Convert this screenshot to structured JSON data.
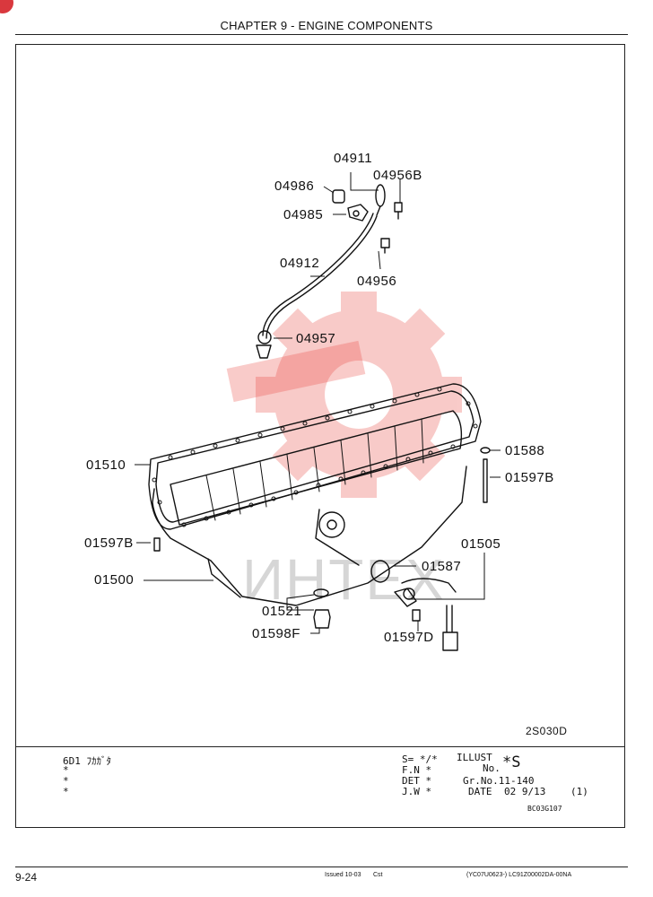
{
  "header": {
    "chapter_title": "CHAPTER 9 - ENGINE COMPONENTS"
  },
  "diagram": {
    "part_labels": {
      "p04911": "04911",
      "p04986": "04986",
      "p04956B": "04956B",
      "p04985": "04985",
      "p04912": "04912",
      "p04956": "04956",
      "p04957": "04957",
      "p01510": "01510",
      "p01588": "01588",
      "p01597B_right": "01597B",
      "p01597B_left": "01597B",
      "p01505": "01505",
      "p01500": "01500",
      "p01587": "01587",
      "p01521": "01521",
      "p01598F": "01598F",
      "p01597D": "01597D"
    },
    "illustration_code": "2S030D",
    "watermark_text": "ИНТЕХ"
  },
  "title_block": {
    "left_lines": [
      "6D1 ﾌｶｶﾞﾀ",
      "*",
      "*",
      "*"
    ],
    "right_labels": [
      "S= */*",
      "F.N *",
      "DET *",
      "J.W *"
    ],
    "illust_label": "ILLUST",
    "no_label": "No.",
    "illust_no_value": "*S",
    "group_no": "Gr.No.11-140",
    "date_label": "DATE",
    "date_value": "02 9/13",
    "sheet": "(1)",
    "ref_code": "BC03G107"
  },
  "footer": {
    "page_number": "9-24",
    "issued": "Issued 10-03",
    "issued_suffix": "Cst",
    "doc_code": "(YC07U0623-)   LC91Z00002DA-00NA"
  },
  "colors": {
    "watermark": "#e8453c",
    "ink": "#111111"
  }
}
